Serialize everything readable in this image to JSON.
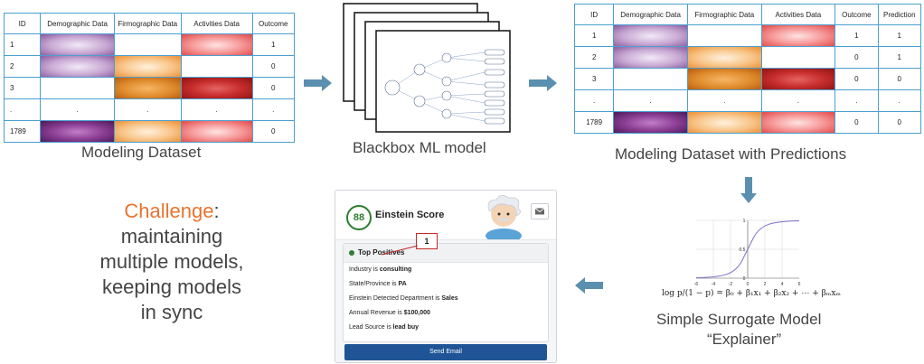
{
  "left_table": {
    "headers": [
      "ID",
      "Demographic Data",
      "Firmographic Data",
      "Activities Data",
      "Outcome"
    ],
    "rows": [
      {
        "id": "1",
        "outcome": "1"
      },
      {
        "id": "2",
        "outcome": "0"
      },
      {
        "id": "3",
        "outcome": "0"
      },
      {
        "id": ".",
        "c2": ".",
        "c3": ".",
        "c4": ".",
        "outcome": "."
      },
      {
        "id": "1789",
        "outcome": "0"
      }
    ],
    "caption": "Modeling Dataset"
  },
  "middle": {
    "caption": "Blackbox ML model"
  },
  "right_table": {
    "headers": [
      "ID",
      "Demographic Data",
      "Firmographic Data",
      "Activities Data",
      "Outcome",
      "Prediction"
    ],
    "rows": [
      {
        "id": "1",
        "outcome": "1",
        "prediction": "1"
      },
      {
        "id": "2",
        "outcome": "0",
        "prediction": "1"
      },
      {
        "id": "3",
        "outcome": "0",
        "prediction": "0"
      },
      {
        "id": ".",
        "c2": ".",
        "c3": ".",
        "c4": ".",
        "outcome": ".",
        "prediction": "."
      },
      {
        "id": "1789",
        "outcome": "0",
        "prediction": "0"
      }
    ],
    "caption": "Modeling Dataset with Predictions"
  },
  "challenge": {
    "word": "Challenge",
    "colon": ":",
    "lines": [
      "maintaining",
      "multiple models,",
      "keeping models",
      "in sync"
    ],
    "accent_color": "#e8742f"
  },
  "einstein": {
    "score": "88",
    "title": "Einstein Score",
    "positives_title": "Top Positives",
    "badge": "1",
    "factors": [
      {
        "label": "Industry is ",
        "value": "consulting"
      },
      {
        "label": "State/Province is ",
        "value": "PA"
      },
      {
        "label": "Einstein Detected Department is ",
        "value": "Sales"
      },
      {
        "label": "Annual Revenue is ",
        "value": "$100,000"
      },
      {
        "label": "Lead Source is ",
        "value": "lead buy"
      }
    ],
    "button": "Send Email"
  },
  "surrogate": {
    "x_ticks": [
      "-6",
      "-4",
      "-2",
      "0",
      "2",
      "4",
      "6"
    ],
    "y_ticks": [
      "0",
      "0.5",
      "1"
    ],
    "formula": "log p/(1 − p) = β₀ + β₁x₁ + β₂x₂ + ⋯ + βₘxₘ",
    "caption_line1": "Simple Surrogate Model",
    "caption_line2": "“Explainer”"
  },
  "colors": {
    "arrow": "#5b8fb0",
    "table_border": "#4a9fd0"
  }
}
